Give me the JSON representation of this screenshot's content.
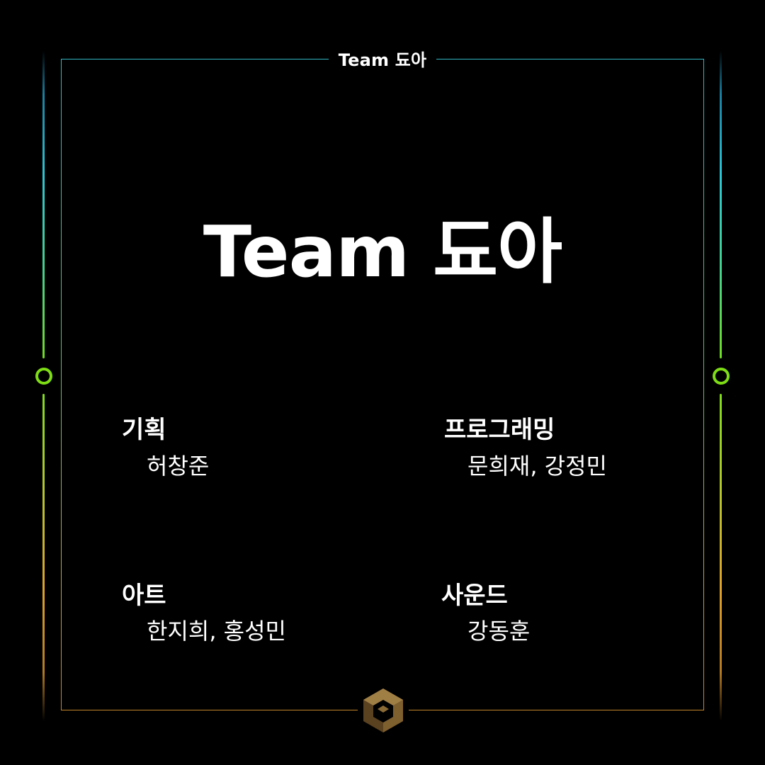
{
  "header": {
    "label": "Team 됴아"
  },
  "title": "Team 됴아",
  "credits": [
    {
      "role": "기획",
      "members": "허창준"
    },
    {
      "role": "프로그래밍",
      "members": "문희재, 강정민"
    },
    {
      "role": "아트",
      "members": "한지희, 홍성민"
    },
    {
      "role": "사운드",
      "members": "강동훈"
    }
  ],
  "colors": {
    "background": "#000000",
    "text": "#ffffff",
    "accent_green": "#7ddc14",
    "accent_cyan": "#2ac6d6",
    "accent_orange": "#e0a12a",
    "logo_bronze": "#8a6a35"
  },
  "icons": {
    "bottom_logo": "bronze-cube-logo-icon",
    "side_nodes": "ring-node-icon"
  }
}
